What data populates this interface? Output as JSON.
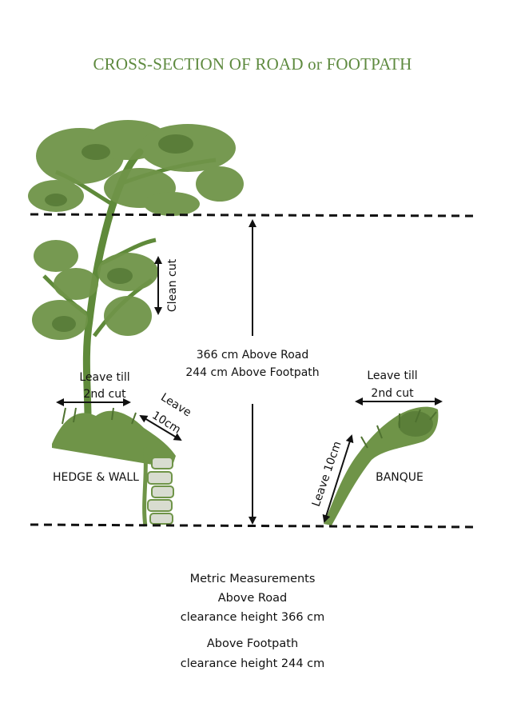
{
  "title": "CROSS-SECTION OF ROAD or FOOTPATH",
  "labels": {
    "clean_cut": "Clean cut",
    "height_road": "366 cm Above Road",
    "height_footpath": "244 cm Above Footpath",
    "left_leave_till_1": "Leave till",
    "left_leave_till_2": "2nd cut",
    "leave_10cm_1": "Leave",
    "leave_10cm_2": "10cm",
    "hedge_wall": "HEDGE & WALL",
    "right_leave_till_1": "Leave till",
    "right_leave_till_2": "2nd cut",
    "leave_10cm_diag": "Leave 10cm",
    "banque": "BANQUE"
  },
  "caption": {
    "line1": "Metric Measurements",
    "line2": "Above Road",
    "line3": "clearance height 366 cm",
    "line4": "Above Footpath",
    "line5": "clearance height 244 cm"
  },
  "colors": {
    "foliage": "#6f9448",
    "foliage_dark": "#4f7230",
    "stone": "#d8dcd0"
  }
}
